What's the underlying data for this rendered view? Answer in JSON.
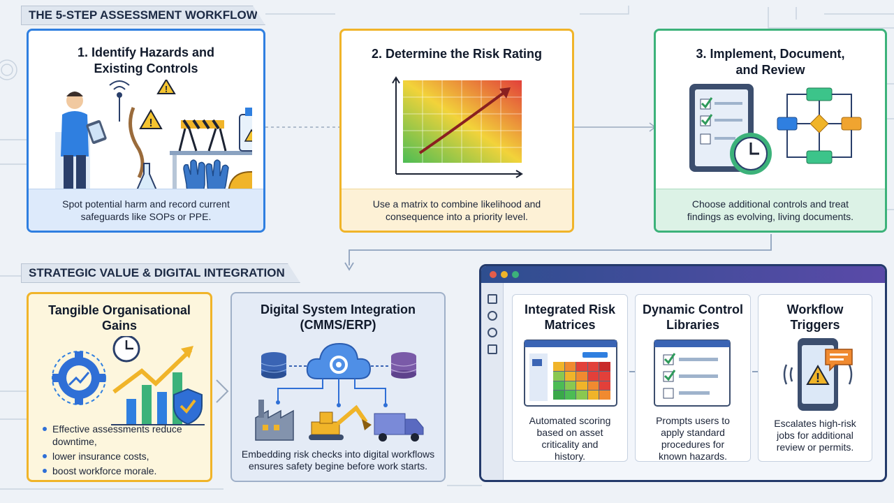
{
  "workflow": {
    "section_title": "THE 5-STEP ASSESSMENT WORKFLOW",
    "steps": [
      {
        "title": "1. Identify Hazards and\nExisting Controls",
        "desc": "Spot potential harm and record current\nsafeguards like SOPs or PPE.",
        "accent": "#2f7fe0"
      },
      {
        "title": "2. Determine the Risk Rating",
        "desc": "Use a matrix to combine likelihood and\nconsequence into a priority level.",
        "accent": "#f0b429"
      },
      {
        "title": "3. Implement, Document,\nand Review",
        "desc": "Choose additional controls and treat\nfindings as evolving, living documents.",
        "accent": "#3cb27a"
      }
    ]
  },
  "strategic": {
    "section_title": "STRATEGIC VALUE & DIGITAL INTEGRATION",
    "gains": {
      "title": "Tangible Organisational\nGains",
      "bullets": [
        "Effective assessments reduce\ndowntime,",
        "lower insurance costs,",
        "boost workforce morale."
      ]
    },
    "integration": {
      "title": "Digital System Integration\n(CMMS/ERP)",
      "desc": "Embedding risk checks into digital workflows\nensures safety begine before work starts."
    },
    "app_panel": {
      "features": [
        {
          "title": "Integrated Risk\nMatrices",
          "desc": "Automated scoring\nbased on asset\ncriticality and\nhistory."
        },
        {
          "title": "Dynamic Control\nLibraries",
          "desc": "Prompts users to\napply standard\nprocedures for\nknown hazards."
        },
        {
          "title": "Workflow\nTriggers",
          "desc": "Escalates high-risk\njobs for additional\nreview or permits."
        }
      ]
    }
  },
  "colors": {
    "blue": "#2f7fe0",
    "yellow": "#f0b429",
    "green": "#3cb27a",
    "navy": "#243a6b",
    "background": "#eef2f7"
  },
  "icons": [
    "worker-icon",
    "wifi-icon",
    "warning-icon",
    "barrier-icon",
    "chemical-bottle-icon",
    "flask-icon",
    "gloves-icon",
    "hard-hat-icon",
    "risk-matrix-icon",
    "tablet-checklist-icon",
    "clock-icon",
    "flowchart-icon",
    "gear-icon",
    "growth-chart-icon",
    "shield-check-icon",
    "cloud-gear-icon",
    "database-icon",
    "factory-icon",
    "excavator-icon",
    "truck-icon",
    "checklist-icon",
    "phone-alert-icon"
  ]
}
